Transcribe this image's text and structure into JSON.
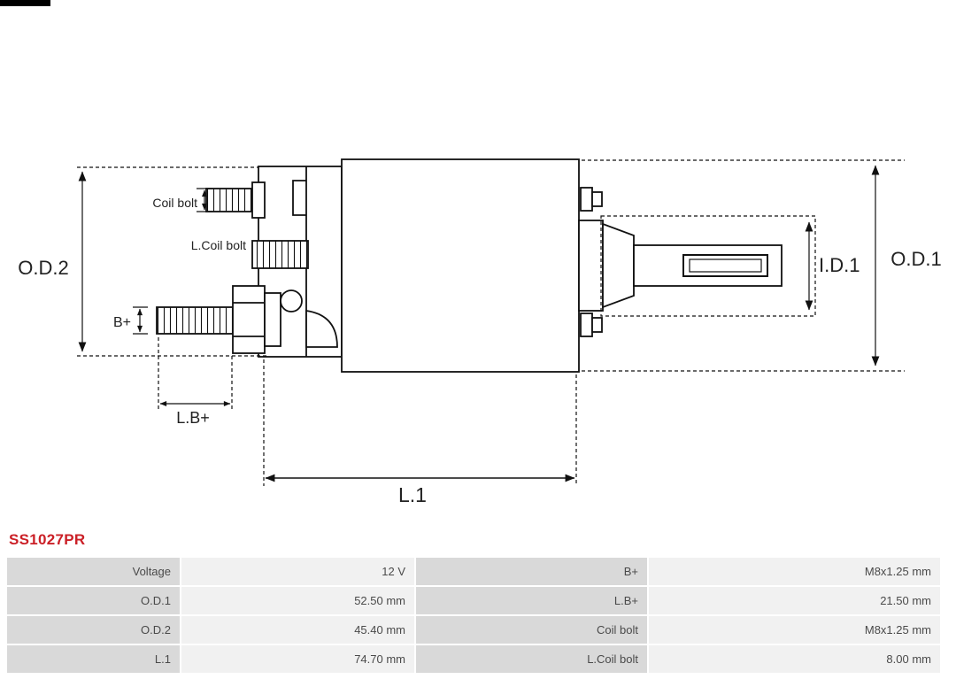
{
  "part_number": "SS1027PR",
  "diagram": {
    "labels": {
      "od2": "O.D.2",
      "od1": "O.D.1",
      "id1": "I.D.1",
      "l1": "L.1",
      "lb_plus": "L.B+",
      "b_plus": "B+",
      "coil_bolt": "Coil bolt",
      "l_coil_bolt": "L.Coil bolt"
    }
  },
  "table": {
    "rows": [
      {
        "c0": "Voltage",
        "c1": "12 V",
        "c2": "B+",
        "c3": "M8x1.25 mm"
      },
      {
        "c0": "O.D.1",
        "c1": "52.50 mm",
        "c2": "L.B+",
        "c3": "21.50 mm"
      },
      {
        "c0": "O.D.2",
        "c1": "45.40 mm",
        "c2": "Coil bolt",
        "c3": "M8x1.25 mm"
      },
      {
        "c0": "L.1",
        "c1": "74.70 mm",
        "c2": "L.Coil bolt",
        "c3": "8.00 mm"
      }
    ]
  },
  "colors": {
    "accent_red": "#cb2027",
    "table_label_bg": "#d9d9d9",
    "table_value_bg": "#f1f1f1",
    "line_color": "#111111"
  }
}
